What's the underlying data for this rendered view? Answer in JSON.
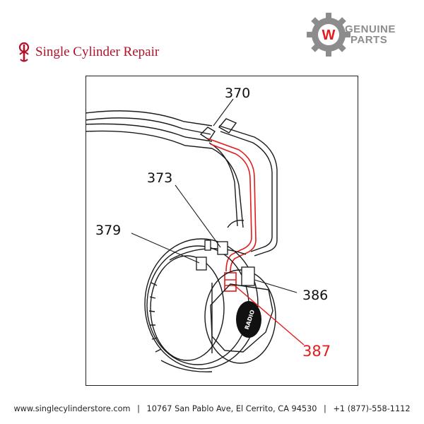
{
  "header": {
    "brand_name": "Single Cylinder Repair",
    "badge": {
      "line1": "GENUINE",
      "line2": "PARTS",
      "mark": "W"
    }
  },
  "diagram": {
    "callouts": [
      {
        "id": "370",
        "label": "370",
        "highlighted": false
      },
      {
        "id": "373",
        "label": "373",
        "highlighted": false
      },
      {
        "id": "379",
        "label": "379",
        "highlighted": false
      },
      {
        "id": "386",
        "label": "386",
        "highlighted": false
      },
      {
        "id": "387",
        "label": "387",
        "highlighted": true
      }
    ],
    "motor_logo_text": "RADIO",
    "highlight_color": "#e31b1b"
  },
  "footer": {
    "website": "www.singlecylinderstore.com",
    "address": "10767 San Pablo Ave, El Cerrito, CA 94530",
    "phone": "+1 (877)-558-1112",
    "separator": "|"
  }
}
